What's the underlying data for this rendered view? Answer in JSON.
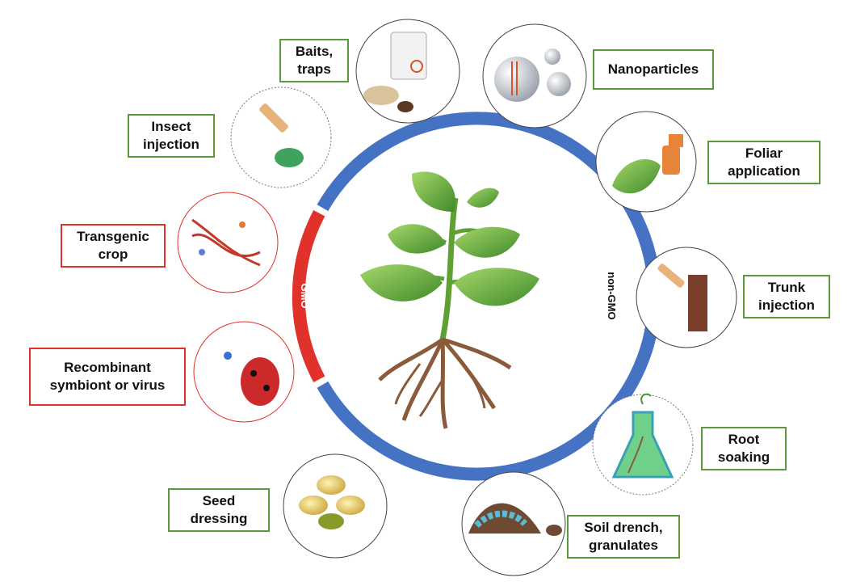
{
  "ring": {
    "gmo_label": "GMO",
    "non_gmo_label": "non-GMO",
    "gmo_color": "#e0322b",
    "non_gmo_color": "#4672c4"
  },
  "methods": {
    "baits": "Baits,\ntraps",
    "nanoparticles": "Nanoparticles",
    "insect_injection": "Insect\ninjection",
    "foliar": "Foliar\napplication",
    "transgenic": "Transgenic\ncrop",
    "trunk": "Trunk\ninjection",
    "recombinant": "Recombinant\nsymbiont or virus",
    "root": "Root\nsoaking",
    "seed": "Seed\ndressing",
    "soil": "Soil drench,\ngranulates"
  },
  "icons": {
    "baits": "bait-bag-and-beetle-icon",
    "nanoparticles": "nanoparticle-spheres-icon",
    "insect_injection": "syringe-and-green-bug-icon",
    "foliar": "spray-bottle-and-leaf-icon",
    "transgenic": "dna-helix-icon",
    "trunk": "syringe-and-tree-trunk-icon",
    "recombinant": "ladybug-and-microbes-icon",
    "root": "flask-with-seedling-icon",
    "seed": "seeds-icon",
    "soil": "soil-with-larva-icon",
    "center": "plant-with-roots-icon"
  },
  "colors": {
    "green_border": "#5a9a3c",
    "red_border": "#e0322b",
    "leaf": "#6cb33f",
    "root": "#8a5a3a"
  }
}
